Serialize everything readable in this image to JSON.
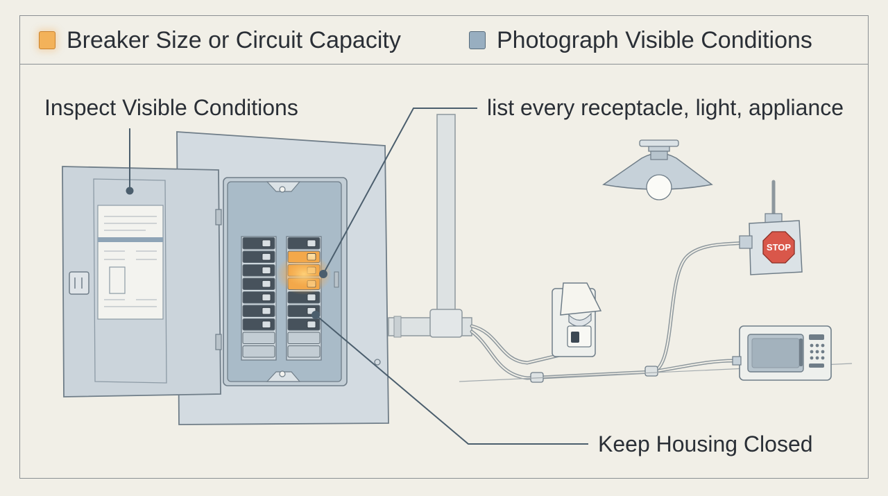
{
  "legend": {
    "items": [
      {
        "label": "Breaker Size or Circuit Capacity",
        "color": "#f3b25a"
      },
      {
        "label": "Photograph Visible Conditions",
        "color": "#98aec0"
      }
    ]
  },
  "callouts": {
    "inspect": "Inspect Visible Conditions",
    "list": "list every receptacle, light, appliance",
    "keep": "Keep Housing Closed"
  },
  "device_labels": {
    "stop": "STOP"
  },
  "colors": {
    "panel": "#c5d0d8",
    "highlight": "#f3a84a",
    "stop_red": "#d9574a",
    "wire": "#8d979d"
  }
}
